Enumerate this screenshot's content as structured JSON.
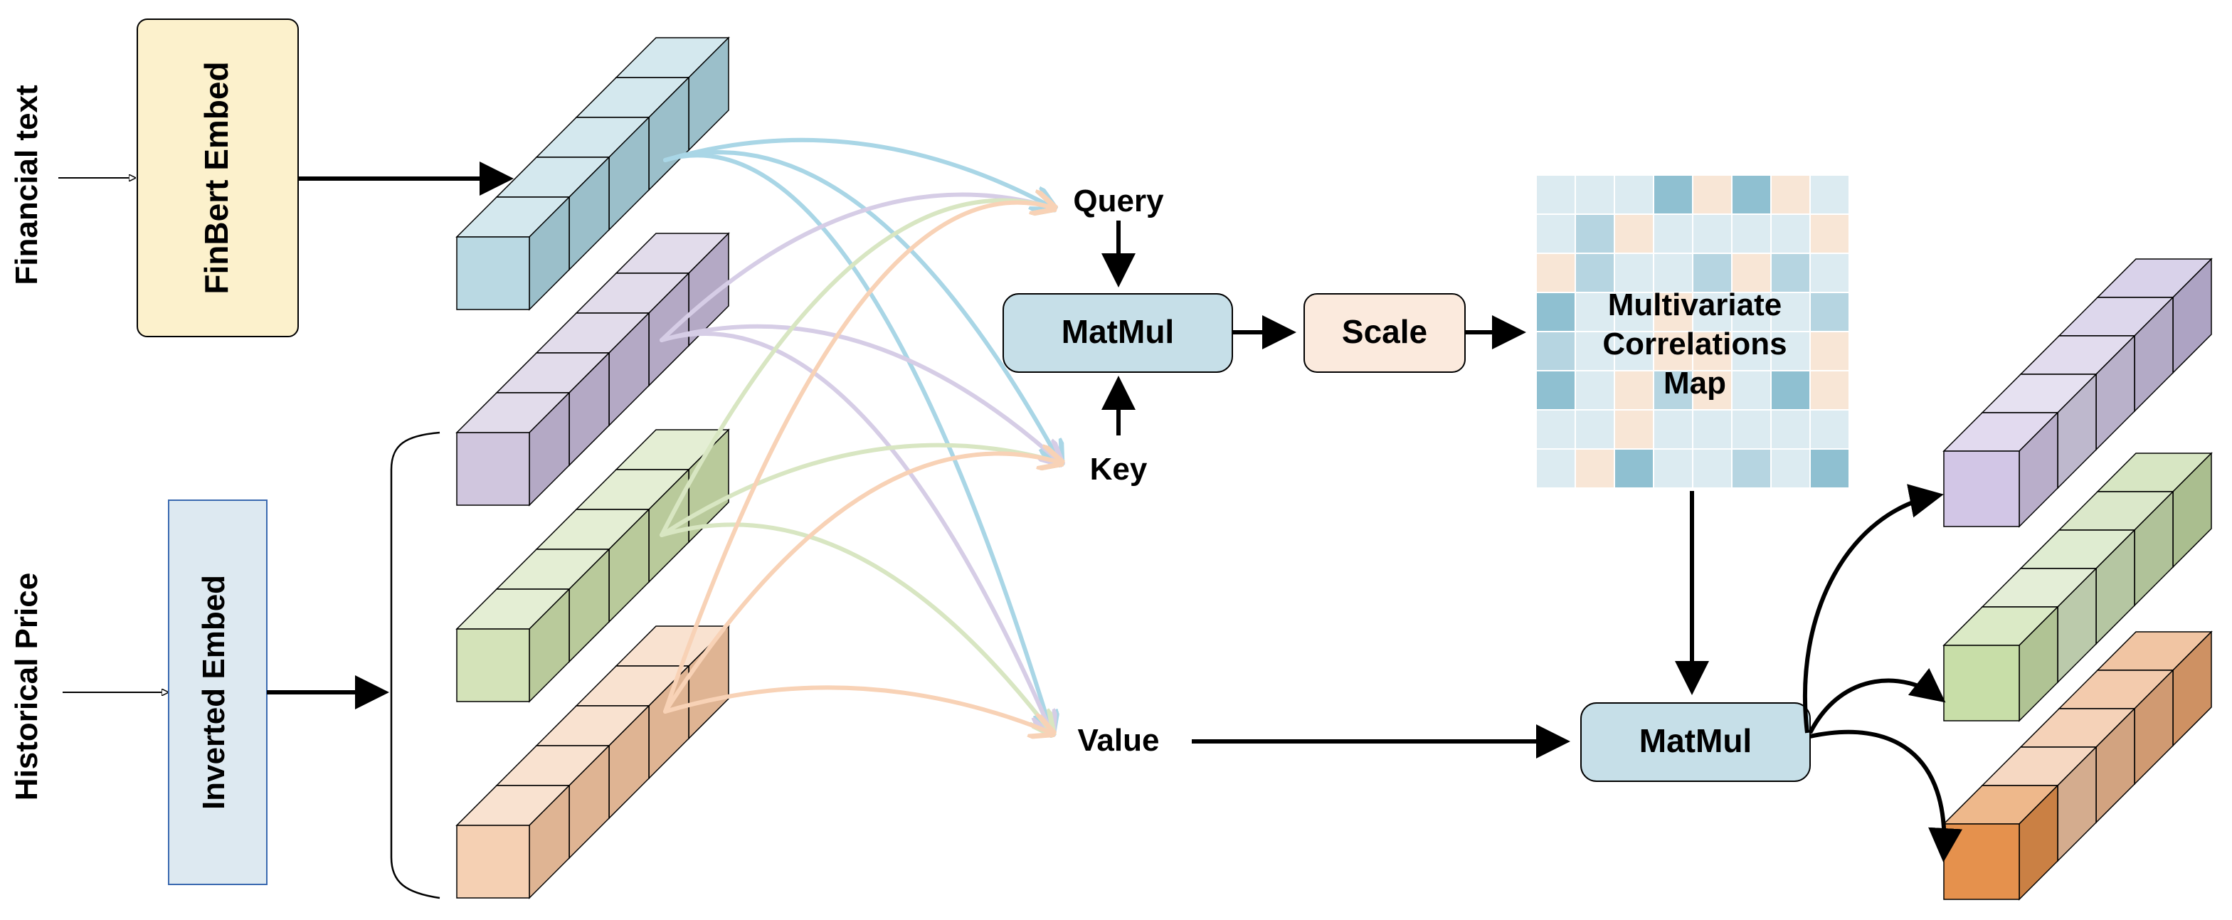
{
  "side_labels": {
    "financial": "Financial text",
    "historical": "Historical Price"
  },
  "embeds": {
    "finbert": "FinBert Embed",
    "inverted": "Inverted Embed"
  },
  "attention": {
    "query": "Query",
    "key": "Key",
    "value": "Value"
  },
  "blocks": {
    "matmul_top": "MatMul",
    "scale": "Scale",
    "matmul_bottom": "MatMul"
  },
  "map": {
    "line1": "Multivariate",
    "line2": "Correlations",
    "line3": "Map",
    "cells": [
      [
        0,
        0,
        0,
        3,
        1,
        3,
        1,
        0
      ],
      [
        0,
        2,
        1,
        0,
        0,
        0,
        0,
        1
      ],
      [
        1,
        2,
        0,
        0,
        2,
        1,
        2,
        0
      ],
      [
        3,
        0,
        0,
        1,
        0,
        0,
        0,
        2
      ],
      [
        2,
        0,
        0,
        1,
        1,
        0,
        0,
        1
      ],
      [
        3,
        0,
        1,
        2,
        1,
        0,
        3,
        1
      ],
      [
        0,
        0,
        1,
        0,
        0,
        0,
        0,
        0
      ],
      [
        0,
        1,
        3,
        0,
        0,
        2,
        0,
        3
      ]
    ]
  },
  "colors": {
    "blue": "#a9d0dc",
    "purple": "#c4b8d6",
    "green": "#c9dca8",
    "orange": "#f2c4a0",
    "finbert_box": "#fcf1cc",
    "inverted_box": "#dde9f1",
    "matmul_box": "#c6dfe8",
    "scale_box": "#fbeadd",
    "map_light": "#dcebf1",
    "map_mid": "#b6d5e1",
    "map_dark": "#8fc0d1",
    "map_peach": "#f8e6d6"
  }
}
